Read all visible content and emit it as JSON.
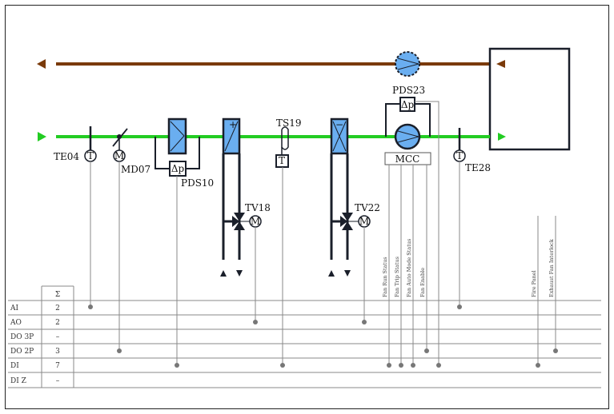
{
  "diagram": {
    "colors": {
      "supply_air": "#22cc22",
      "extract_air": "#7a3a0a",
      "component_fill": "#6aaef0",
      "pipe": "#1a1f2a",
      "signal_line": "#888888"
    },
    "components": {
      "TE04": "TE04",
      "MD07": "MD07",
      "PDS10": "PDS10",
      "TS19": "TS19",
      "TV18": "TV18",
      "TV22": "TV22",
      "PDS23": "PDS23",
      "TE28": "TE28",
      "MCC": "MCC",
      "t_symbol": "T",
      "m_symbol": "M",
      "dp_symbol": "Δp",
      "heater_sign": "+",
      "cooler_sign": "−"
    },
    "status_labels": {
      "fan_run": "Fan Run Status",
      "fan_trip": "Fan Trip Status",
      "fan_auto": "Fan Auto Mode Status",
      "fan_enable": "Fan Enable",
      "fire_panel": "Fire Panel",
      "exhaust_interlock": "Exhaust Fan Interlock"
    },
    "io_table": {
      "sum_header": "Σ",
      "rows": [
        {
          "type": "AI",
          "count": "2"
        },
        {
          "type": "AO",
          "count": "2"
        },
        {
          "type": "DO 3P",
          "count": "–"
        },
        {
          "type": "DO 2P",
          "count": "3"
        },
        {
          "type": "DI",
          "count": "7"
        },
        {
          "type": "DI Z",
          "count": "–"
        }
      ]
    }
  }
}
